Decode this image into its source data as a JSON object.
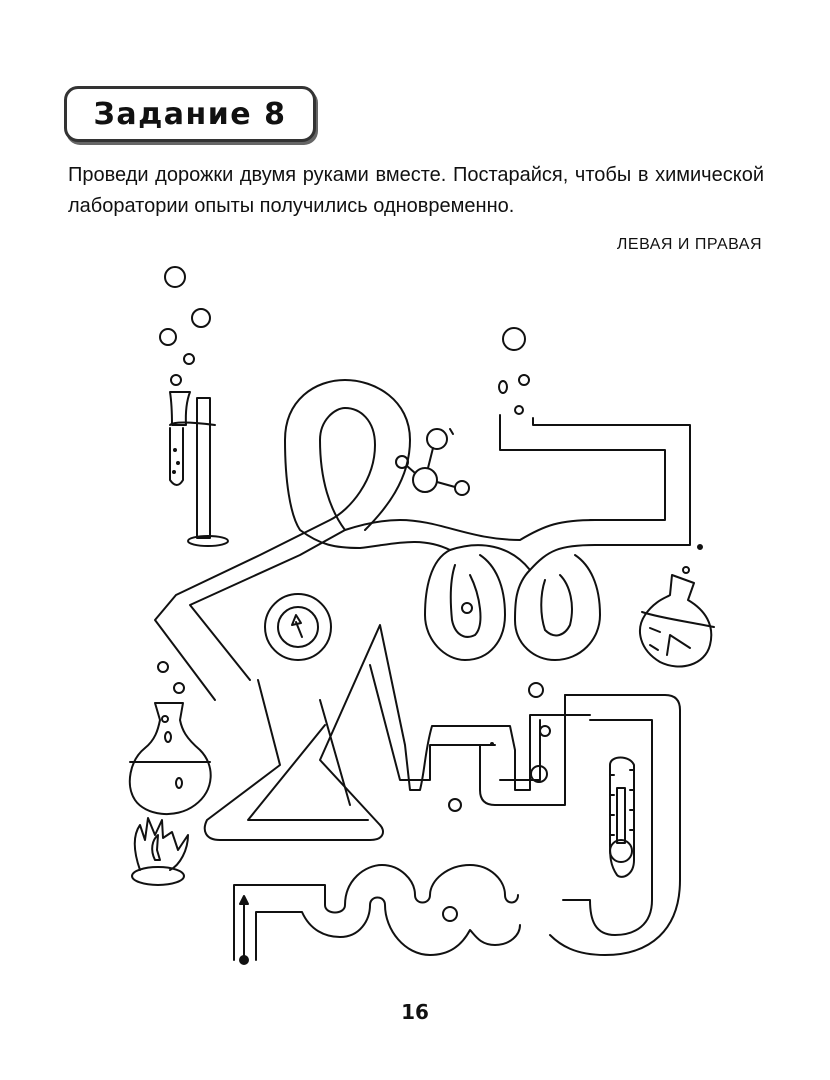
{
  "header": {
    "task_title": "Задание 8"
  },
  "instructions": {
    "text": "Проведи дорожки двумя руками вместе. Постарайся, чтобы в химической лаборатории опыты получились одновременно."
  },
  "hand_label": "ЛЕВАЯ И ПРАВАЯ",
  "illustration": {
    "items": [
      "test-tube-stand",
      "bubbles",
      "molecule",
      "round-flask-right",
      "round-flask-left",
      "burner-flame",
      "pressure-gauge",
      "thermometer",
      "maze-paths",
      "start-arrow"
    ],
    "line_color": "#111111"
  },
  "footer": {
    "page_number": "16"
  }
}
